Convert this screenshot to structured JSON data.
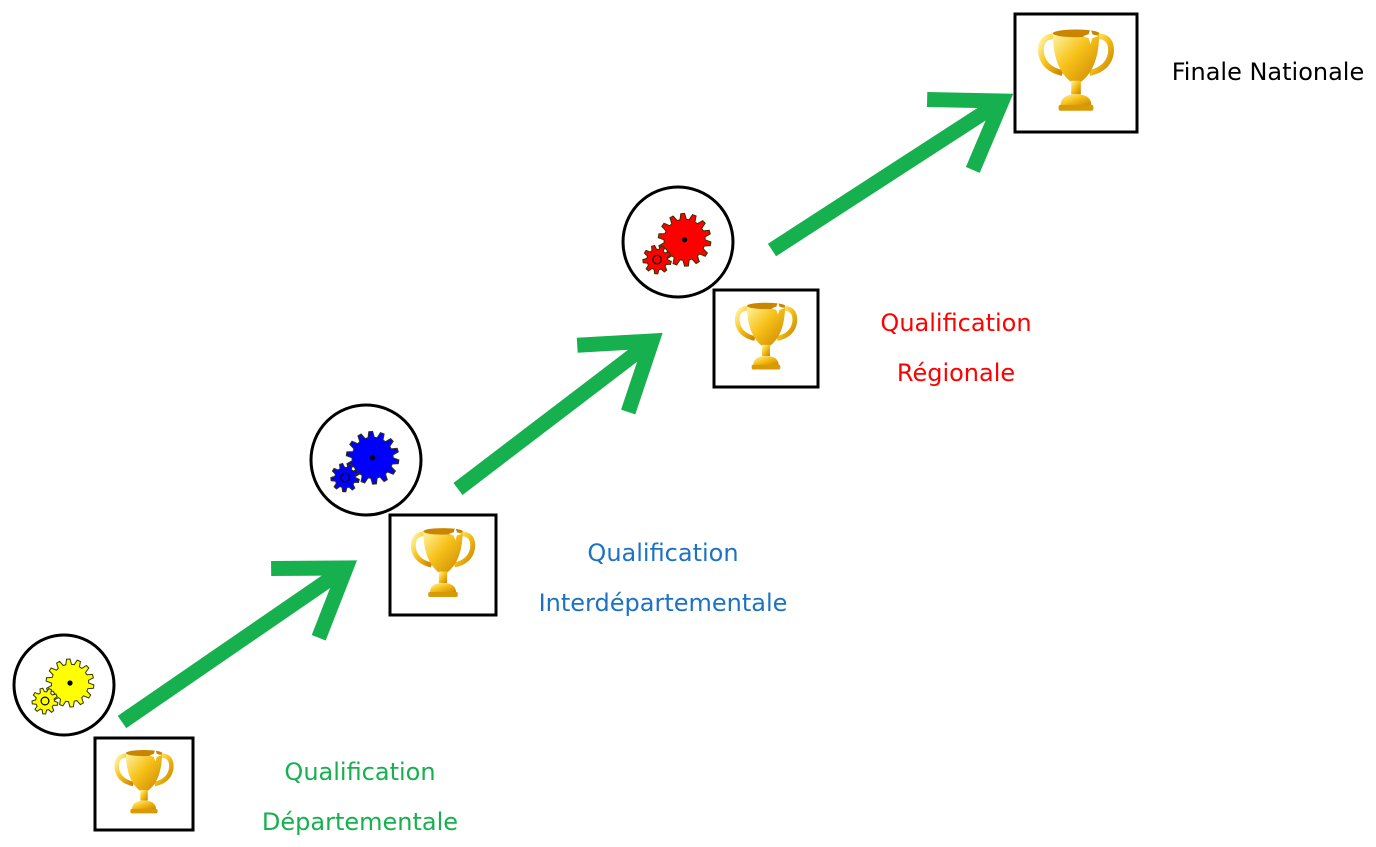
{
  "colors": {
    "arrow": "#17b04e",
    "stage1": "#ffff00",
    "stage2": "#0000ff",
    "stage3": "#ff0000",
    "text_dept": "#17b04e",
    "text_interdept": "#1c73c3",
    "text_regional": "#ff0000",
    "text_final": "#000000"
  },
  "stages": [
    {
      "line1": "Qualification",
      "line2": "Départementale",
      "gear_color": "#ffff00",
      "trophy_icon": "trophy-icon",
      "gear_icon": "gears-icon"
    },
    {
      "line1": "Qualification",
      "line2": "Interdépartementale",
      "gear_color": "#0000ff",
      "trophy_icon": "trophy-icon",
      "gear_icon": "gears-icon"
    },
    {
      "line1": "Qualification",
      "line2": "Régionale",
      "gear_color": "#ff0000",
      "trophy_icon": "trophy-icon",
      "gear_icon": "gears-icon"
    },
    {
      "line1": "Finale Nationale",
      "trophy_icon": "trophy-icon"
    }
  ]
}
